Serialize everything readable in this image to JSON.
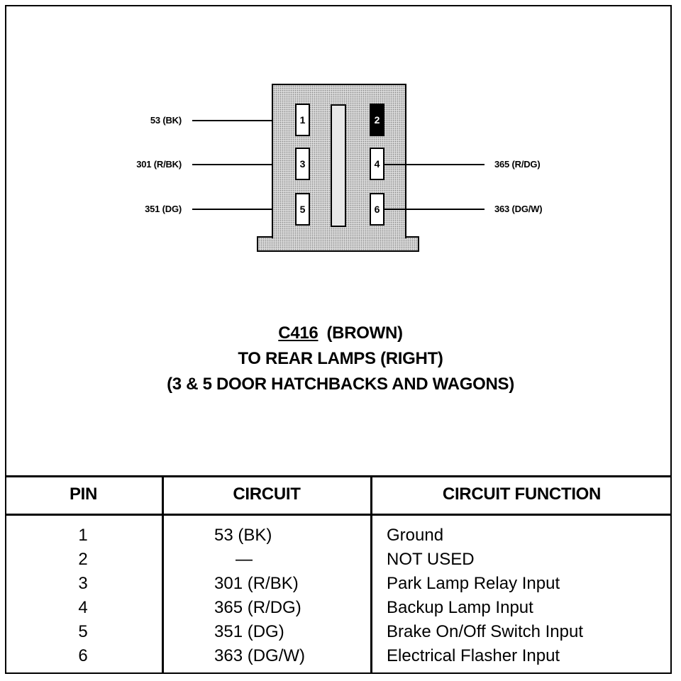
{
  "connector": {
    "id": "C416",
    "color": "(BROWN)",
    "title_line2": "TO REAR LAMPS (RIGHT)",
    "title_line3": "(3 & 5 DOOR HATCHBACKS AND WAGONS)",
    "pins_left": [
      {
        "pin": "1",
        "label": "53 (BK)"
      },
      {
        "pin": "3",
        "label": "301 (R/BK)"
      },
      {
        "pin": "5",
        "label": "351 (DG)"
      }
    ],
    "pins_right": [
      {
        "pin": "2",
        "label": ""
      },
      {
        "pin": "4",
        "label": "365 (R/DG)"
      },
      {
        "pin": "6",
        "label": "363 (DG/W)"
      }
    ]
  },
  "table": {
    "headers": [
      "PIN",
      "CIRCUIT",
      "CIRCUIT FUNCTION"
    ],
    "rows": [
      {
        "pin": "1",
        "circuit": "53 (BK)",
        "function": "Ground"
      },
      {
        "pin": "2",
        "circuit": "—",
        "function": "NOT USED"
      },
      {
        "pin": "3",
        "circuit": "301 (R/BK)",
        "function": "Park Lamp Relay Input"
      },
      {
        "pin": "4",
        "circuit": "365 (R/DG)",
        "function": "Backup Lamp Input"
      },
      {
        "pin": "5",
        "circuit": "351 (DG)",
        "function": "Brake On/Off Switch Input"
      },
      {
        "pin": "6",
        "circuit": "363 (DG/W)",
        "function": "Electrical Flasher Input"
      }
    ]
  }
}
